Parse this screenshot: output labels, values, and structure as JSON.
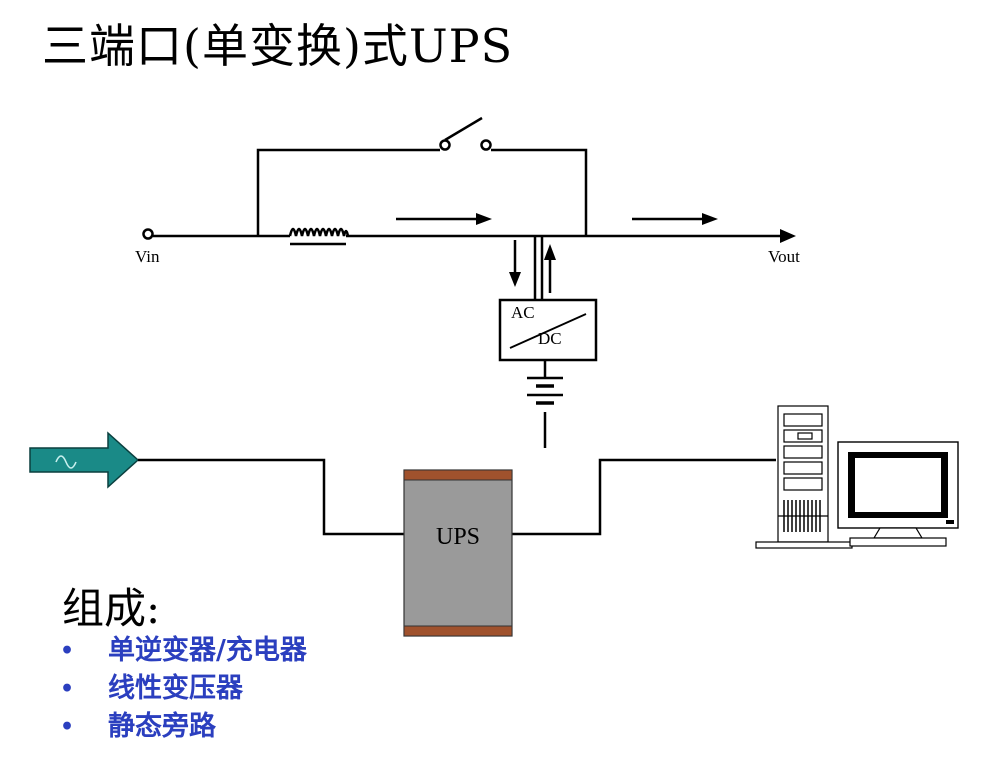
{
  "title": "三端口(单变换)式UPS",
  "circuit": {
    "vin_label": "Vin",
    "vout_label": "Vout",
    "converter_top": "AC",
    "converter_bottom": "DC"
  },
  "block": {
    "ups_label": "UPS"
  },
  "components": {
    "heading": "组成:",
    "bullet": "•",
    "items": [
      "单逆变器/充电器",
      "线性变压器",
      "静态旁路"
    ]
  },
  "colors": {
    "ups_body": "#9a9a9a",
    "ups_band": "#a0522d",
    "input_arrow": "#1a8a87",
    "list_text": "#2b3fbf"
  }
}
